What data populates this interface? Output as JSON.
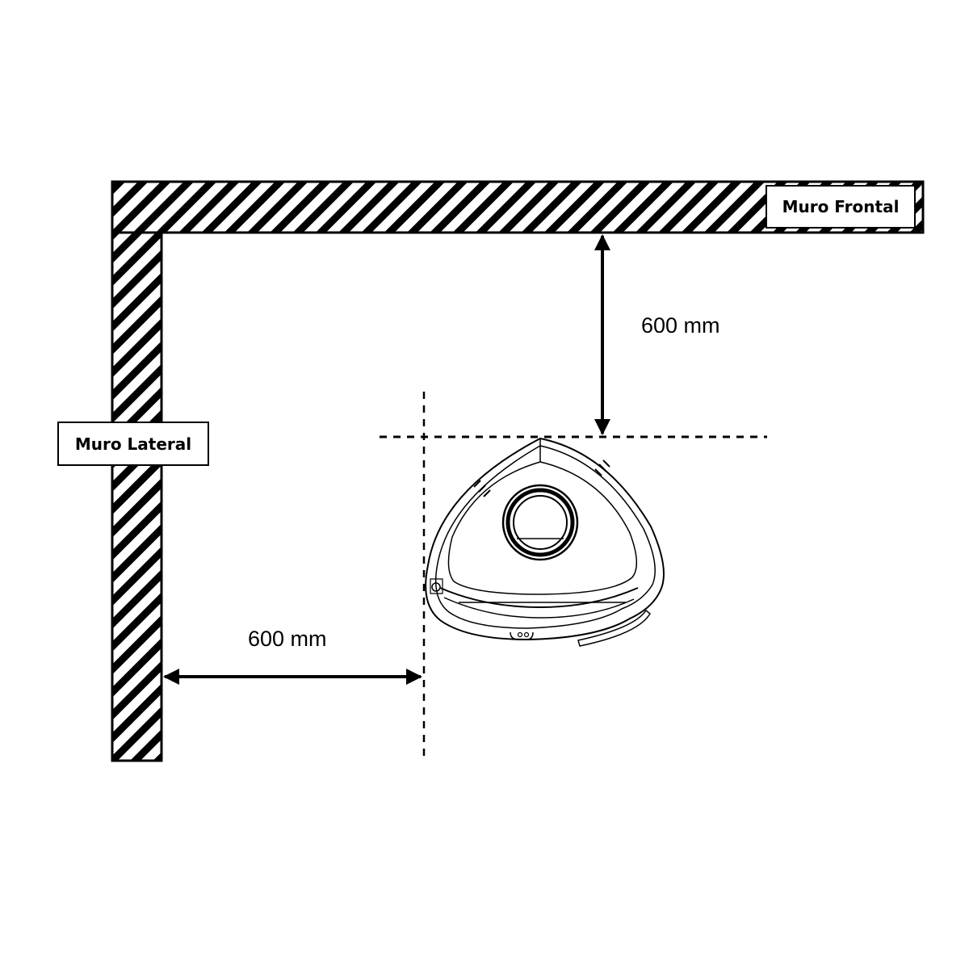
{
  "walls": {
    "front_label": "Muro Frontal",
    "side_label": "Muro Lateral"
  },
  "dimensions": {
    "front_clearance": "600 mm",
    "side_clearance": "600 mm"
  },
  "colors": {
    "ink": "#000000",
    "background": "#ffffff"
  }
}
